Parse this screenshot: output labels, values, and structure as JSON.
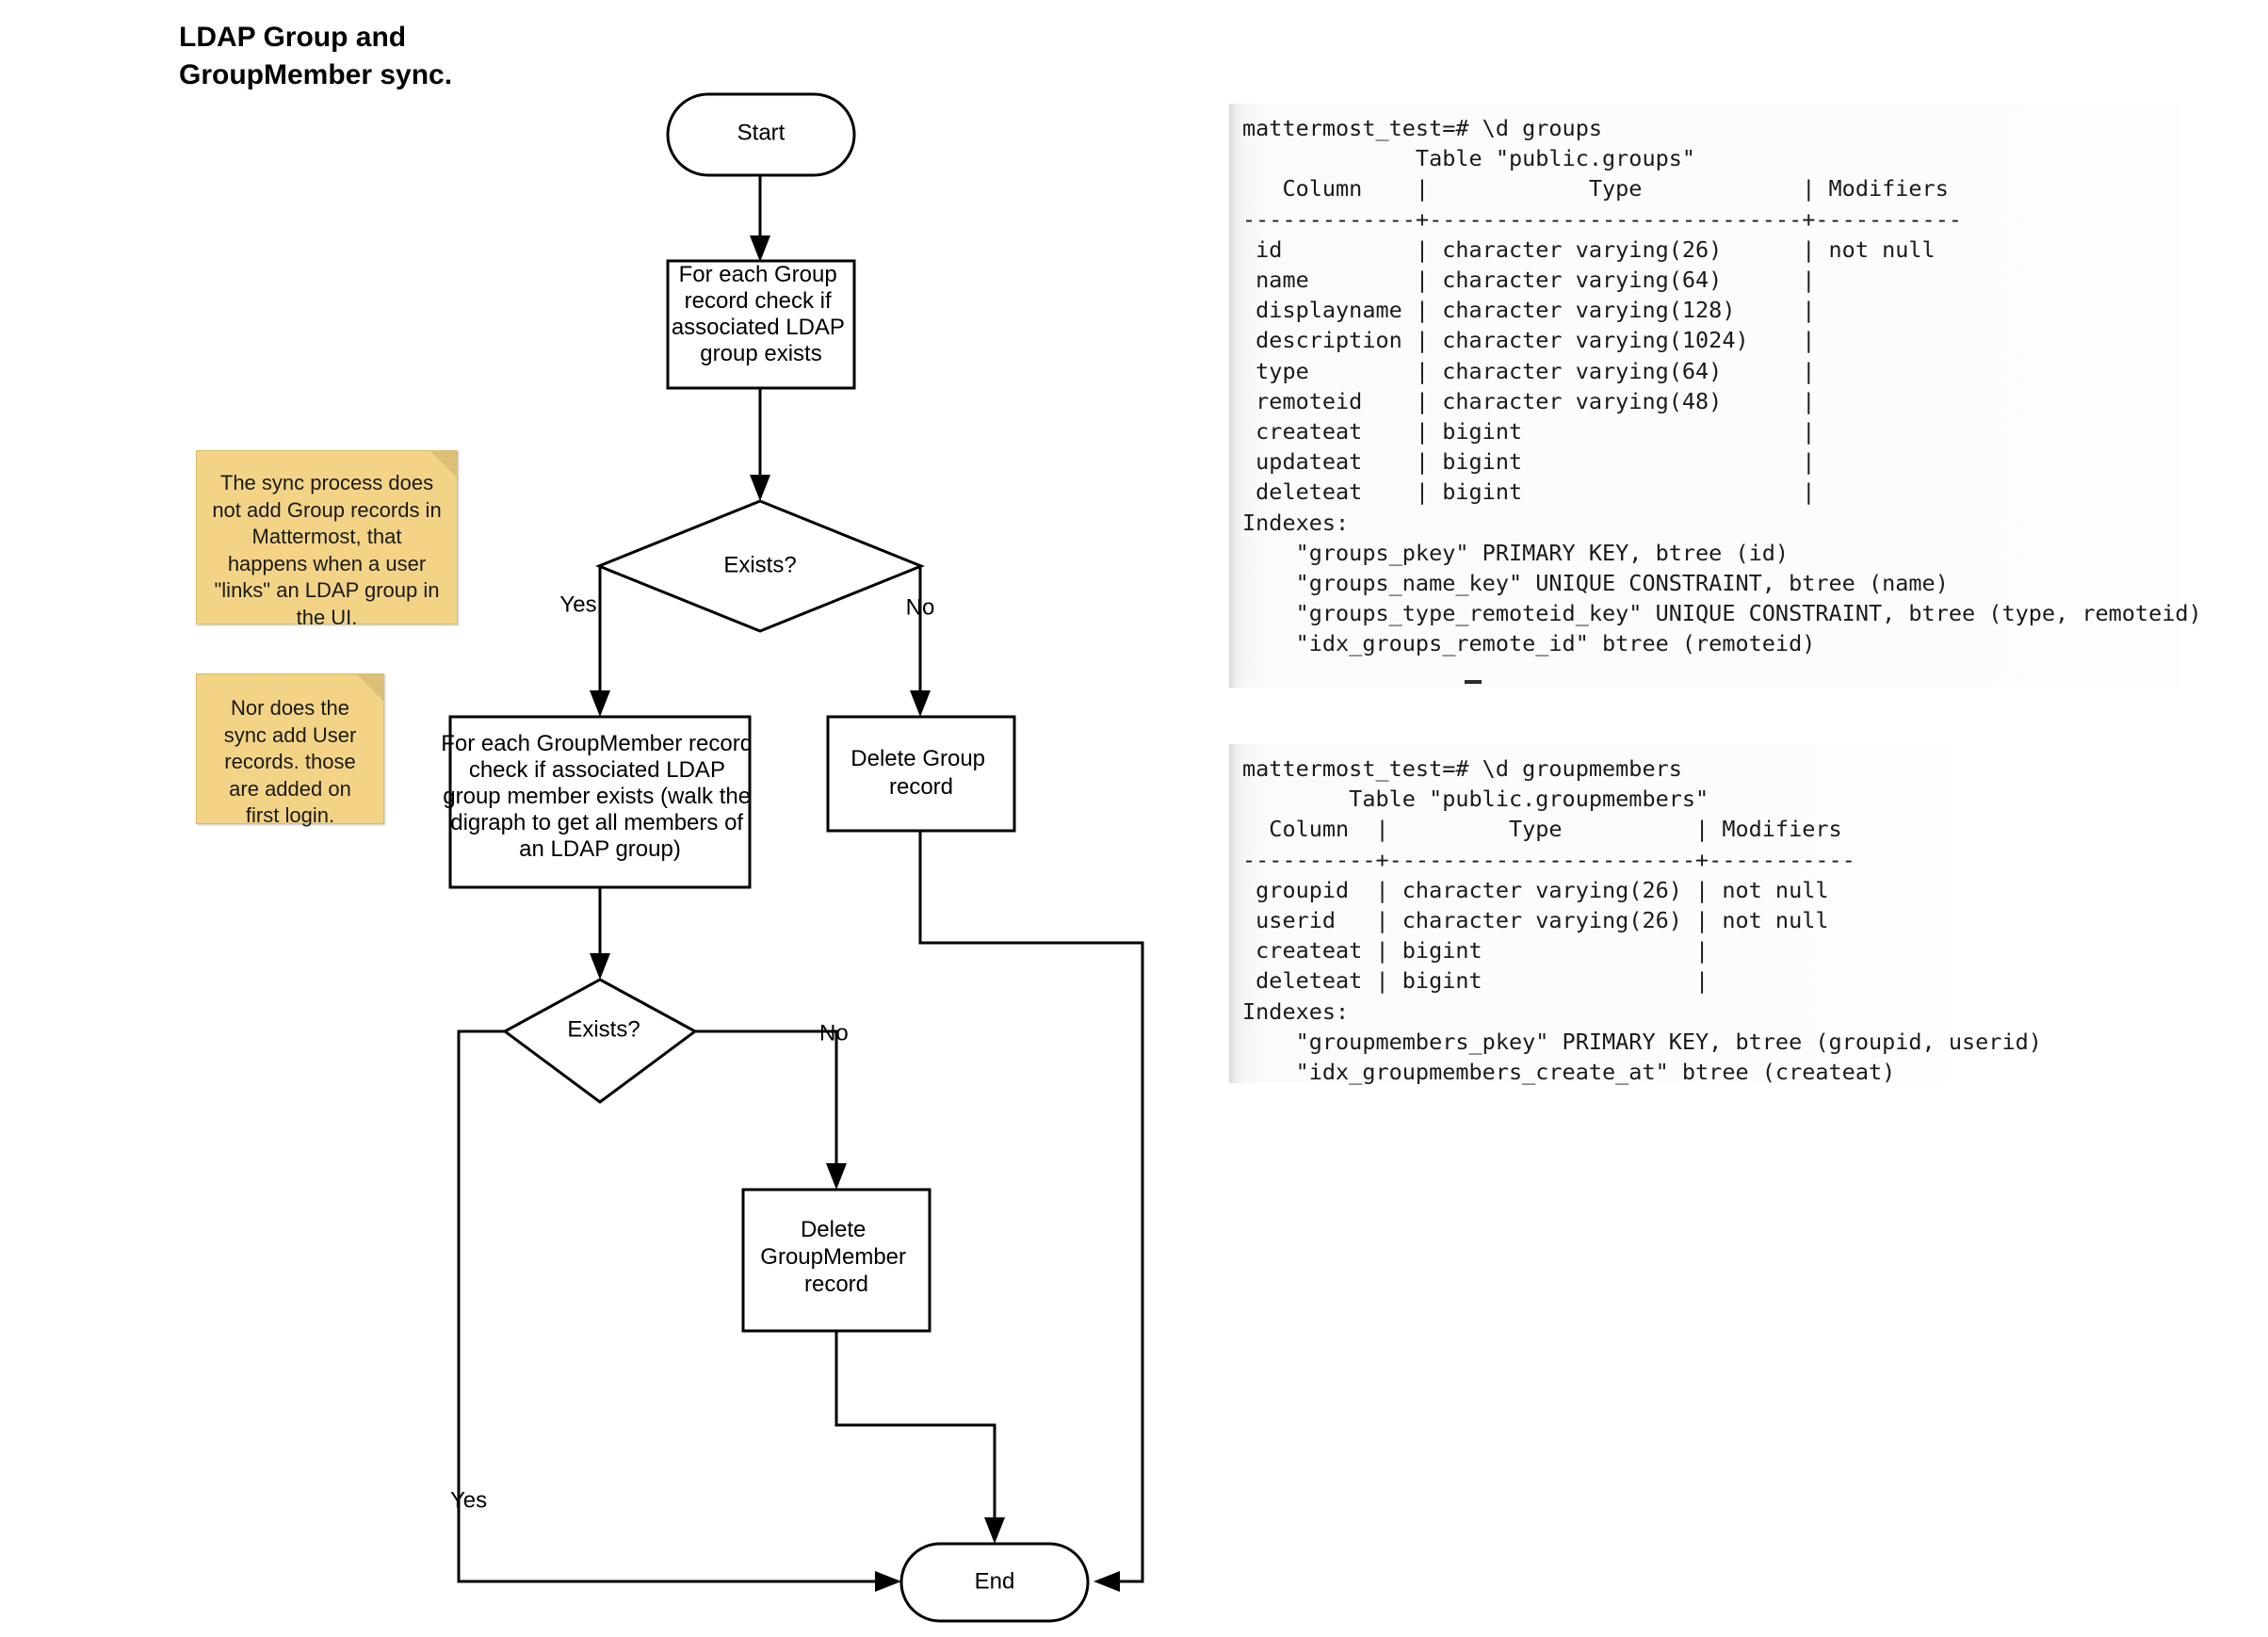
{
  "diagram": {
    "title": "LDAP Group and\nGroupMember sync.",
    "nodes": {
      "start": "Start",
      "for_each_group": "For each Group record check if associated LDAP group exists",
      "exists_group": "Exists?",
      "for_each_groupmember": "For each GroupMember record check if associated LDAP group member exists (walk the digraph to get all members of an LDAP group)",
      "delete_group": "Delete Group record",
      "exists_groupmember": "Exists?",
      "delete_groupmember": "Delete GroupMember record",
      "end": "End"
    },
    "node_lines": {
      "for_each_group": [
        "For each Group",
        "record check if",
        "associated LDAP",
        "group exists"
      ],
      "for_each_groupmember": [
        "For each GroupMember record",
        "check if associated LDAP",
        "group member exists (walk the",
        "digraph to get all members of",
        "an LDAP group)"
      ],
      "delete_group": [
        "Delete Group",
        "record"
      ],
      "delete_groupmember": [
        "Delete",
        "GroupMember",
        "record"
      ]
    },
    "edge_labels": {
      "group_yes": "Yes",
      "group_no": "No",
      "member_no": "No",
      "member_yes": "Yes"
    },
    "notes": [
      {
        "id": "note-group",
        "text": "The sync process does not add Group records in Mattermost, that happens when a user \"links\" an LDAP group in the UI."
      },
      {
        "id": "note-user",
        "text": "Nor does the sync add User records. those are added on first login."
      }
    ],
    "colors": {
      "note_fill": "#f3d486",
      "note_fold": "#dcc078",
      "stroke": "#000000",
      "node_fill": "#ffffff"
    }
  },
  "terminals": [
    {
      "id": "terminal-groups",
      "prompt": "mattermost_test=# \\d groups",
      "text": "mattermost_test=# \\d groups\n             Table \"public.groups\"\n   Column    |            Type            | Modifiers\n-------------+----------------------------+-----------\n id          | character varying(26)      | not null\n name        | character varying(64)      |\n displayname | character varying(128)     |\n description | character varying(1024)    |\n type        | character varying(64)      |\n remoteid    | character varying(48)      |\n createat    | bigint                     |\n updateat    | bigint                     |\n deleteat    | bigint                     |\nIndexes:\n    \"groups_pkey\" PRIMARY KEY, btree (id)\n    \"groups_name_key\" UNIQUE CONSTRAINT, btree (name)\n    \"groups_type_remoteid_key\" UNIQUE CONSTRAINT, btree (type, remoteid)\n    \"idx_groups_remote_id\" btree (remoteid)"
    },
    {
      "id": "terminal-groupmembers",
      "prompt": "mattermost_test=# \\d groupmembers",
      "text": "mattermost_test=# \\d groupmembers\n        Table \"public.groupmembers\"\n  Column  |         Type          | Modifiers\n----------+-----------------------+-----------\n groupid  | character varying(26) | not null\n userid   | character varying(26) | not null\n createat | bigint                |\n deleteat | bigint                |\nIndexes:\n    \"groupmembers_pkey\" PRIMARY KEY, btree (groupid, userid)\n    \"idx_groupmembers_create_at\" btree (createat)"
    }
  ],
  "table_schemas": [
    {
      "table": "public.groups",
      "columns": [
        {
          "column": "id",
          "type": "character varying(26)",
          "modifiers": "not null"
        },
        {
          "column": "name",
          "type": "character varying(64)",
          "modifiers": ""
        },
        {
          "column": "displayname",
          "type": "character varying(128)",
          "modifiers": ""
        },
        {
          "column": "description",
          "type": "character varying(1024)",
          "modifiers": ""
        },
        {
          "column": "type",
          "type": "character varying(64)",
          "modifiers": ""
        },
        {
          "column": "remoteid",
          "type": "character varying(48)",
          "modifiers": ""
        },
        {
          "column": "createat",
          "type": "bigint",
          "modifiers": ""
        },
        {
          "column": "updateat",
          "type": "bigint",
          "modifiers": ""
        },
        {
          "column": "deleteat",
          "type": "bigint",
          "modifiers": ""
        }
      ],
      "indexes": [
        "\"groups_pkey\" PRIMARY KEY, btree (id)",
        "\"groups_name_key\" UNIQUE CONSTRAINT, btree (name)",
        "\"groups_type_remoteid_key\" UNIQUE CONSTRAINT, btree (type, remoteid)",
        "\"idx_groups_remote_id\" btree (remoteid)"
      ]
    },
    {
      "table": "public.groupmembers",
      "columns": [
        {
          "column": "groupid",
          "type": "character varying(26)",
          "modifiers": "not null"
        },
        {
          "column": "userid",
          "type": "character varying(26)",
          "modifiers": "not null"
        },
        {
          "column": "createat",
          "type": "bigint",
          "modifiers": ""
        },
        {
          "column": "deleteat",
          "type": "bigint",
          "modifiers": ""
        }
      ],
      "indexes": [
        "\"groupmembers_pkey\" PRIMARY KEY, btree (groupid, userid)",
        "\"idx_groupmembers_create_at\" btree (createat)"
      ]
    }
  ]
}
